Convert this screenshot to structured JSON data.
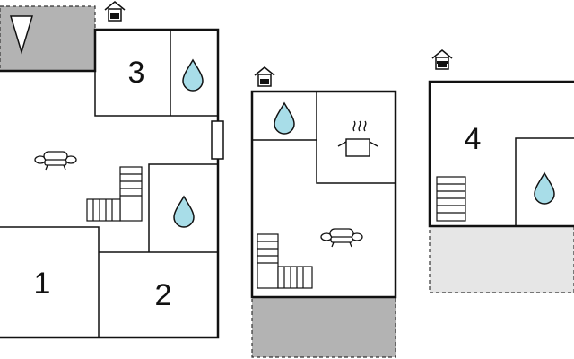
{
  "rooms": {
    "room_1": "1",
    "room_2": "2",
    "room_3": "3",
    "room_4": "4"
  },
  "colors": {
    "terrace_dark": "#b3b3b3",
    "terrace_light": "#e6e6e6",
    "water": "#a8dde8",
    "wall": "#111111"
  },
  "icons": [
    "house-icon",
    "water-drop-icon",
    "sofa-icon",
    "stairs-icon",
    "cooking-pot-icon",
    "triangle-marker-icon"
  ]
}
